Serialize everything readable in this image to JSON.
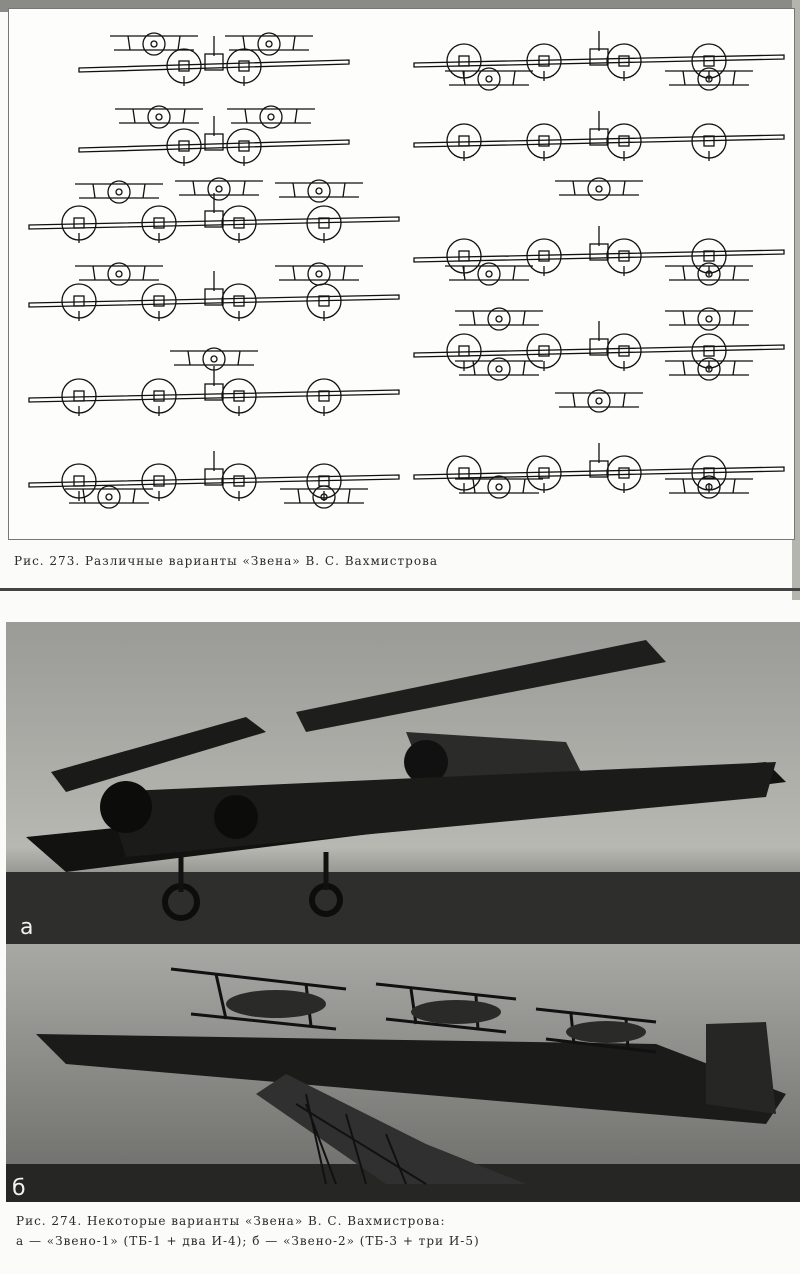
{
  "figure_273": {
    "caption": "Рис. 273. Различные варианты «Звена» В. С. Вахмистрова"
  },
  "figure_274": {
    "caption_line1": "Рис. 274. Некоторые варианты «Звена» В. С. Вахмистрова:",
    "caption_line2": "а — «Звено-1» (ТБ-1 + два И-4); б — «Звено-2» (ТБ-3 + три И-5)",
    "photo_a_label": "а",
    "photo_b_label": "б"
  }
}
